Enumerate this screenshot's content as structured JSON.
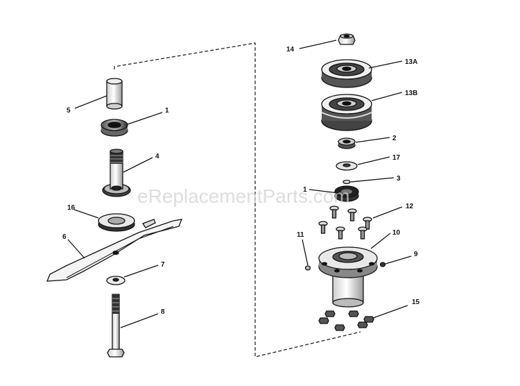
{
  "watermark": "eReplacementParts.com",
  "colors": {
    "ink": "#111111",
    "shade": "#8a8a8a",
    "watermark": "#d2d2d2"
  },
  "callouts": {
    "p14": "14",
    "p13a": "13A",
    "p13b": "13B",
    "p2": "2",
    "p17": "17",
    "p3": "3",
    "p1_right": "1",
    "p12": "12",
    "p11": "11",
    "p10": "10",
    "p9": "9",
    "p15": "15",
    "p5": "5",
    "p1_left": "1",
    "p4": "4",
    "p16": "16",
    "p6": "6",
    "p7": "7",
    "p8": "8"
  }
}
